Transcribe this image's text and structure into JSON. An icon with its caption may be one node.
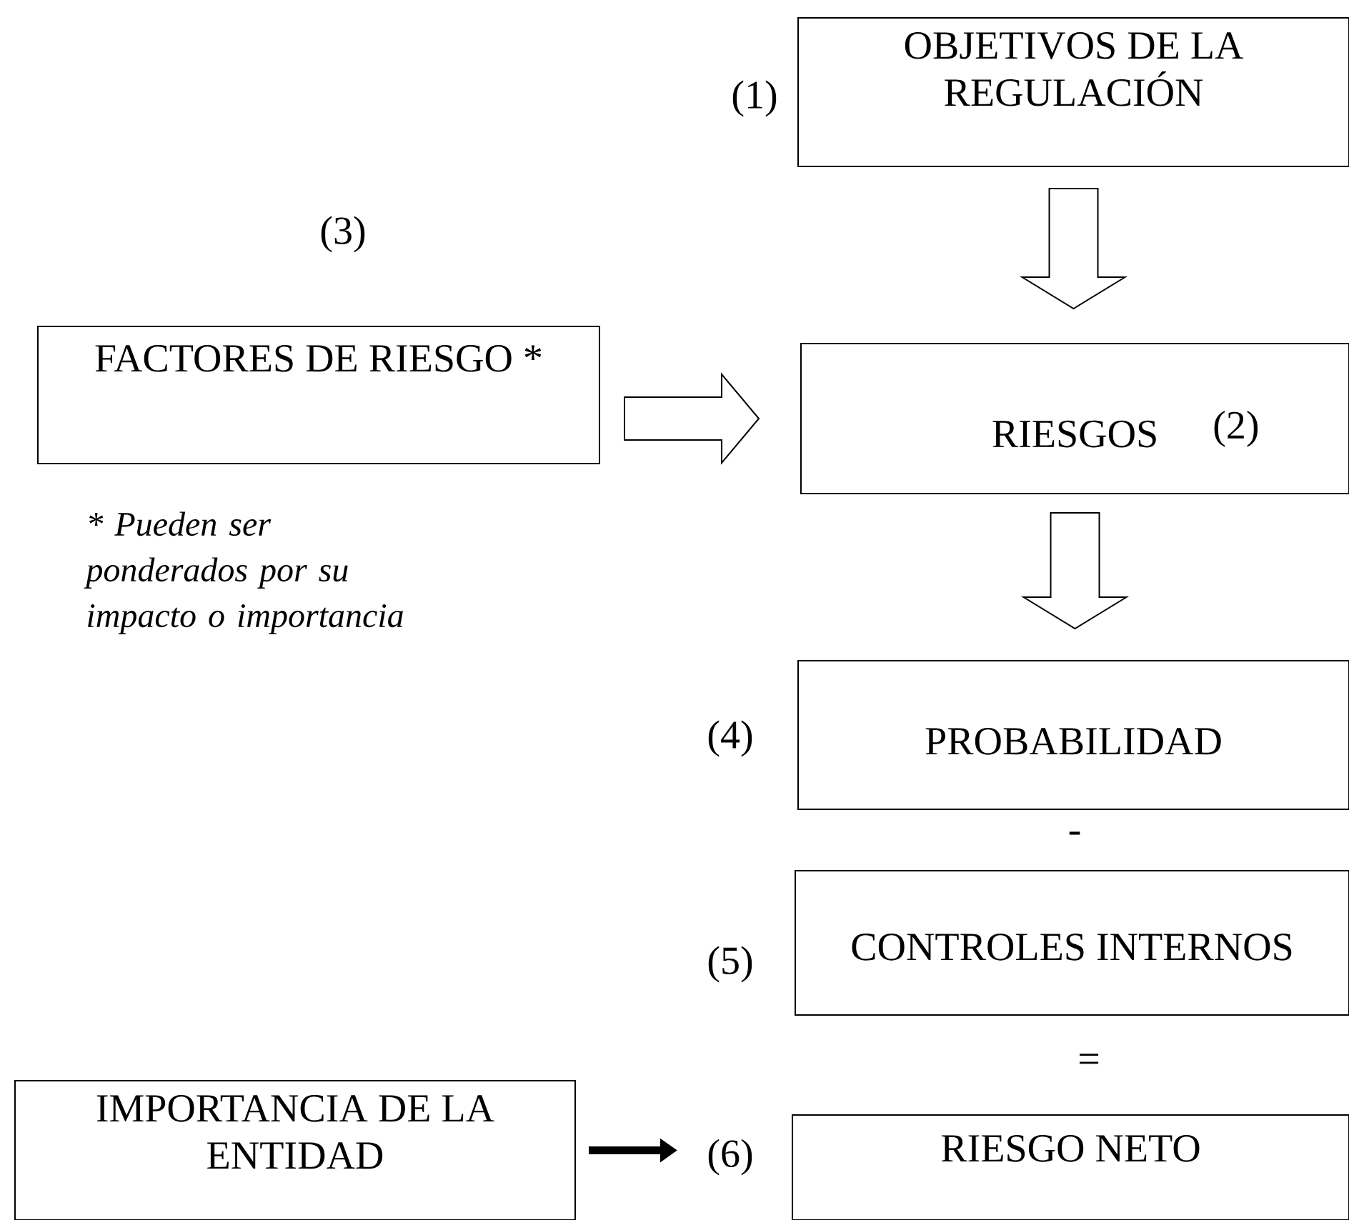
{
  "diagram": {
    "nodes": [
      {
        "text": [
          "OBJETIVOS DE LA REGULACIÓN"
        ],
        "beside": [
          "(1)"
        ]
      },
      {
        "text": [
          "FACTORES DE RIESGO *"
        ]
      },
      {
        "text": [
          "RIESGOS",
          "(2)"
        ]
      },
      {
        "text": [
          "PROBABILIDAD"
        ],
        "beside": [
          "(4)"
        ]
      },
      {
        "text": [
          "CONTROLES INTERNOS"
        ],
        "beside": [
          "(5)"
        ]
      },
      {
        "text": [
          "IMPORTANCIA DE LA ENTIDAD"
        ]
      },
      {
        "text": [
          "RIESGO NETO"
        ],
        "beside": [
          "(6)"
        ]
      }
    ],
    "edges": [
      {
        "from": 0,
        "to": 2,
        "arrow": "to"
      },
      {
        "from": 1,
        "to": 2,
        "arrow": "to"
      },
      {
        "from": 2,
        "to": 3,
        "arrow": "to"
      },
      {
        "from": 5,
        "to": 6,
        "arrow": "to"
      }
    ],
    "labels": [
      "(3)",
      "* Pueden ser ponderados por su impacto o importancia",
      "-",
      "="
    ]
  }
}
